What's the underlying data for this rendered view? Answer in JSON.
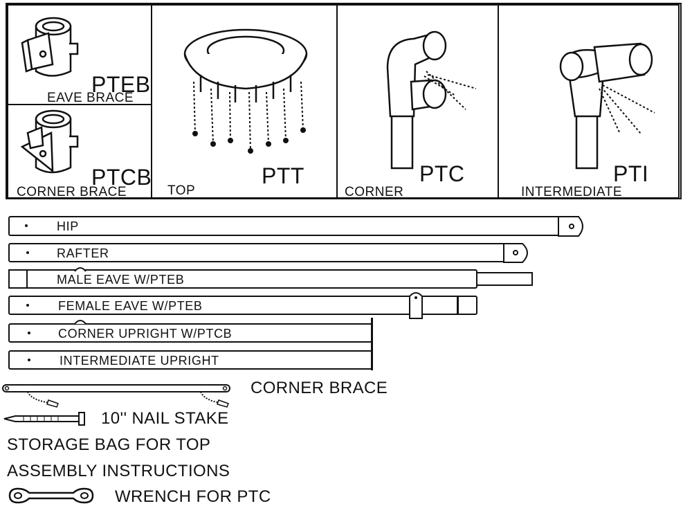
{
  "fittings": [
    {
      "code": "PTEB",
      "name": "EAVE BRACE"
    },
    {
      "code": "PTCB",
      "name": "CORNER BRACE"
    },
    {
      "code": "PTT",
      "name": "TOP"
    },
    {
      "code": "PTC",
      "name": "CORNER"
    },
    {
      "code": "PTI",
      "name": "INTERMEDIATE"
    }
  ],
  "pipes": [
    {
      "label": "HIP"
    },
    {
      "label": "RAFTER"
    },
    {
      "label": "MALE EAVE W/PTEB"
    },
    {
      "label": "FEMALE EAVE W/PTEB"
    },
    {
      "label": "CORNER UPRIGHT W/PTCB"
    },
    {
      "label": "INTERMEDIATE UPRIGHT"
    }
  ],
  "accessories": [
    {
      "label": "CORNER BRACE"
    },
    {
      "label": "10'' NAIL STAKE"
    },
    {
      "label": "STORAGE BAG FOR TOP"
    },
    {
      "label": "ASSEMBLY INSTRUCTIONS"
    },
    {
      "label": "WRENCH FOR PTC"
    }
  ]
}
